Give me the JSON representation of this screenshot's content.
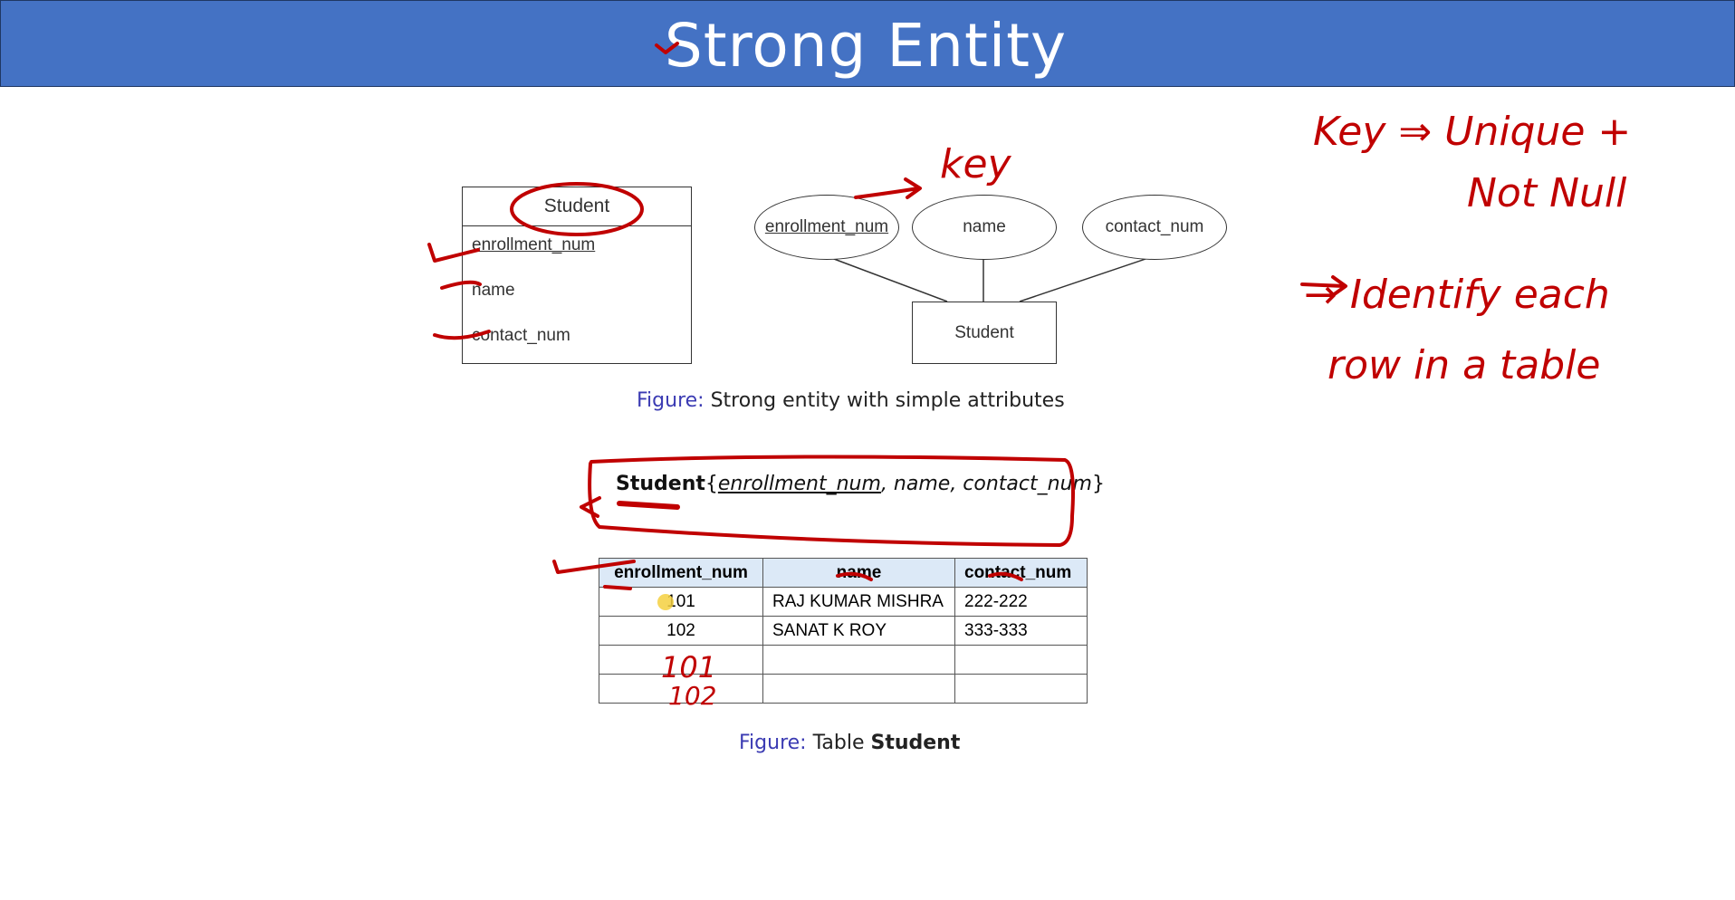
{
  "title": "Strong Entity",
  "uml": {
    "entity": "Student",
    "attributes": [
      "enrollment_num",
      "name",
      "contact_num"
    ]
  },
  "er": {
    "entity": "Student",
    "attributes": [
      "enrollment_num",
      "name",
      "contact_num"
    ]
  },
  "figure1": {
    "label": "Figure:",
    "text": "Strong entity with simple attributes"
  },
  "schema": {
    "name": "Student",
    "open": "{",
    "key": "enrollment_num",
    "rest": ", name, contact_num",
    "close": "}"
  },
  "table": {
    "headers": [
      "enrollment_num",
      "name",
      "contact_num"
    ],
    "rows": [
      [
        "101",
        "RAJ KUMAR MISHRA",
        "222-222"
      ],
      [
        "102",
        "SANAT K ROY",
        "333-333"
      ],
      [
        "",
        "",
        ""
      ],
      [
        "",
        "",
        ""
      ]
    ]
  },
  "figure2": {
    "label": "Figure:",
    "text": "Table ",
    "bold": "Student"
  },
  "annotations": {
    "key_label": "key",
    "key_def_line1": "Key ⇒ Unique +",
    "key_def_line2": "Not Null",
    "identify_line1": "→ Identify each",
    "identify_line2": "row in a table",
    "row_value_1": "101",
    "row_value_2": "102"
  },
  "colors": {
    "title_bar": "#4472c4",
    "ink": "#c00000",
    "figure_label": "#3b3bb3",
    "table_header": "#dce9f7"
  }
}
